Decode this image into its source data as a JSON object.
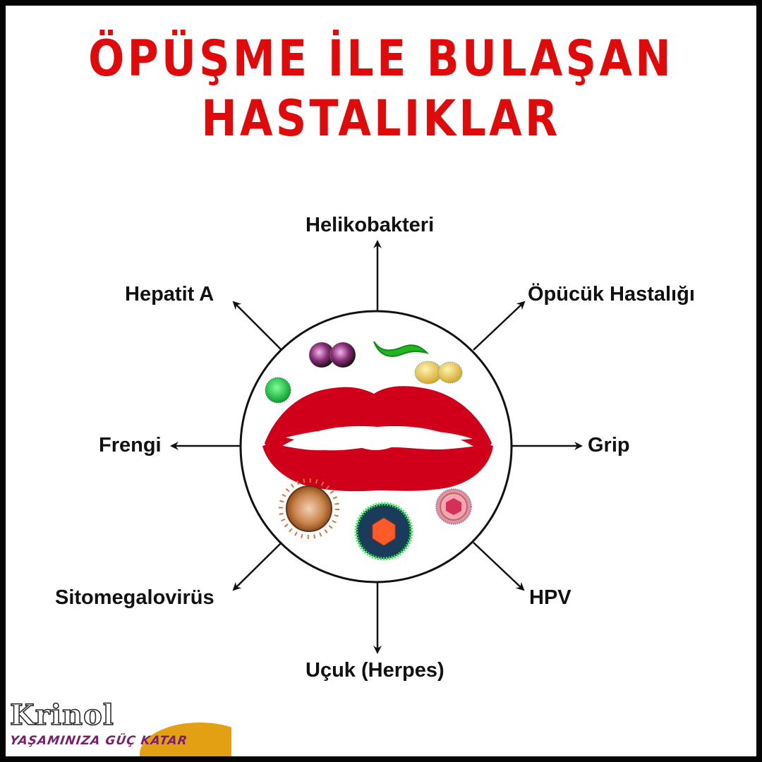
{
  "title": {
    "line1": "ÖPÜŞME İLE BULAŞAN",
    "line2": "HASTALIKLAR",
    "color": "#e00a0a"
  },
  "diagram": {
    "center": "kiss-lips-with-microbes",
    "labels": {
      "top": "Helikobakteri",
      "top_right": "Öpücük Hastalığı",
      "right": "Grip",
      "bottom_right": "HPV",
      "bottom": "Uçuk (Herpes)",
      "bottom_left": "Sitomegalovirüs",
      "left": "Frengi",
      "top_left": "Hepatit A"
    },
    "lip_color": "#d0001a"
  },
  "logo": {
    "brand": "Krinol",
    "tagline": "YAŞAMINIZA GÜÇ KATAR",
    "tagline_color": "#7a1f6b",
    "accent_color": "#e2a012"
  }
}
